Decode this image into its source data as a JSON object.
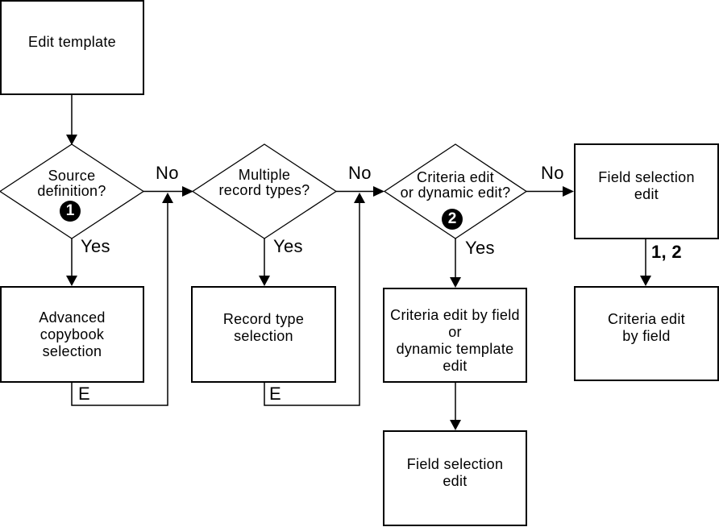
{
  "colors": {
    "line": "#000000",
    "background": "#ffffff",
    "text": "#000000"
  },
  "nodes": {
    "edit_template": {
      "lines": [
        "Edit template"
      ]
    },
    "source_definition": {
      "lines": [
        "Source",
        "definition?"
      ],
      "badge": "1"
    },
    "multiple_record_types": {
      "lines": [
        "Multiple",
        "record types?"
      ]
    },
    "criteria_or_dynamic_edit": {
      "lines": [
        "Criteria edit",
        "or dynamic edit?"
      ],
      "badge": "2"
    },
    "advanced_copybook_selection": {
      "lines": [
        "Advanced",
        "copybook",
        "selection"
      ]
    },
    "record_type_selection": {
      "lines": [
        "Record type",
        "selection"
      ]
    },
    "criteria_edit_by_field_or_dynamic_template_edit": {
      "lines": [
        "Criteria edit by field",
        "or",
        "dynamic template",
        "edit"
      ]
    },
    "field_selection_edit_right": {
      "lines": [
        "Field selection",
        "edit"
      ]
    },
    "criteria_edit_by_field": {
      "lines": [
        "Criteria edit",
        "by field"
      ]
    },
    "field_selection_edit_bottom": {
      "lines": [
        "Field selection",
        "edit"
      ]
    }
  },
  "edge_labels": {
    "no_1": "No",
    "no_2": "No",
    "no_3": "No",
    "yes_1": "Yes",
    "yes_2": "Yes",
    "yes_3": "Yes",
    "exit_1": "E",
    "exit_2": "E",
    "one_two": "1, 2"
  }
}
